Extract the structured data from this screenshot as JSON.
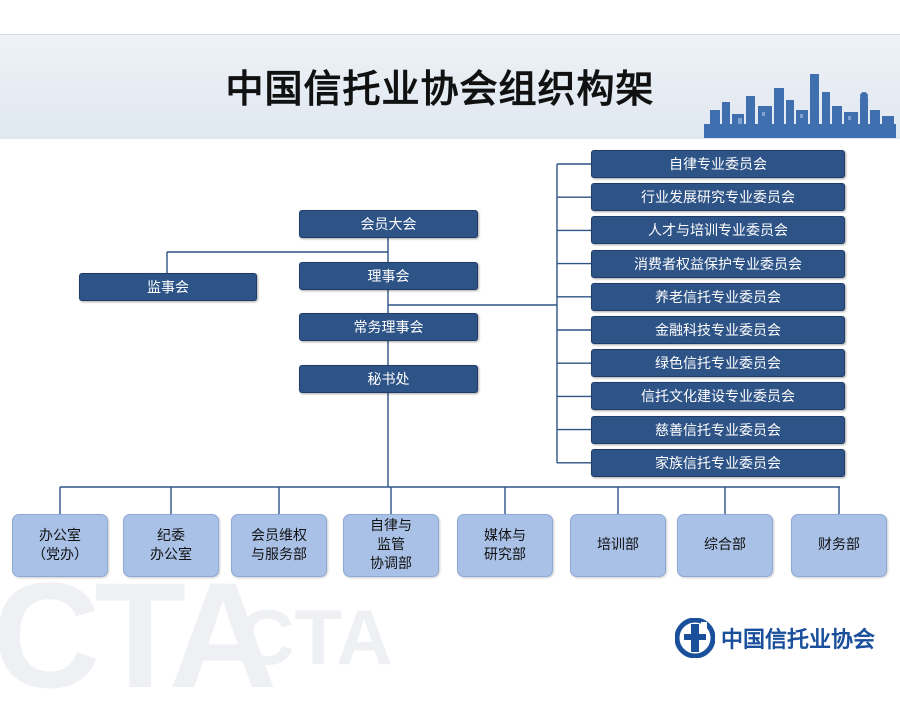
{
  "title": "中国信托业协会组织构架",
  "watermark": {
    "big": "CTA",
    "small": "CTA"
  },
  "colors": {
    "box": "#2e5387",
    "dept": "#a9c1e6",
    "line": "#2e5387",
    "logo": "#1a4f9c"
  },
  "main_chain": [
    "会员大会",
    "理事会",
    "常务理事会",
    "秘书处"
  ],
  "supervisory": "监事会",
  "committees": [
    "自律专业委员会",
    "行业发展研究专业委员会",
    "人才与培训专业委员会",
    "消费者权益保护专业委员会",
    "养老信托专业委员会",
    "金融科技专业委员会",
    "绿色信托专业委员会",
    "信托文化建设专业委员会",
    "慈善信托专业委员会",
    "家族信托专业委员会"
  ],
  "departments": [
    "办公室\n（党办）",
    "纪委\n办公室",
    "会员维权\n与服务部",
    "自律与\n监管\n协调部",
    "媒体与\n研究部",
    "培训部",
    "综合部",
    "财务部"
  ],
  "logo": {
    "text": "中国信托业协会",
    "icon": "cta-logo-icon"
  },
  "skyline_icon": "city-skyline-icon"
}
